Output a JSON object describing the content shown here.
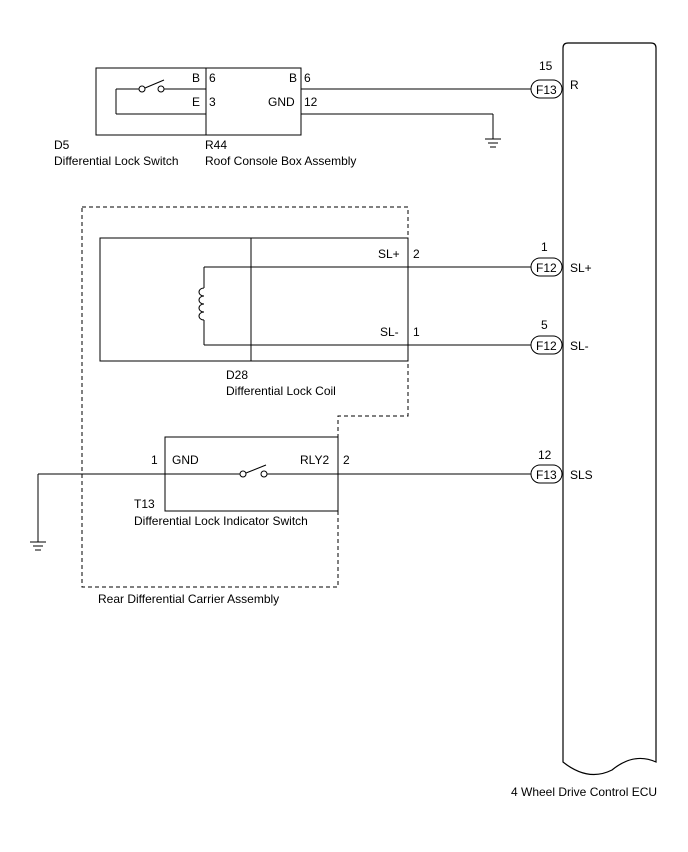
{
  "ecu": {
    "label": "4 Wheel Drive Control ECU",
    "pins": [
      {
        "pin": "15",
        "connector": "F13",
        "terminal": "R"
      },
      {
        "pin": "1",
        "connector": "F12",
        "terminal": "SL+"
      },
      {
        "pin": "5",
        "connector": "F12",
        "terminal": "SL-"
      },
      {
        "pin": "12",
        "connector": "F13",
        "terminal": "SLS"
      }
    ]
  },
  "d5": {
    "code": "D5",
    "name": "Differential Lock Switch",
    "pin_b_label": "B",
    "pin_b_num": "6",
    "pin_e_label": "E",
    "pin_e_num": "3"
  },
  "r44": {
    "code": "R44",
    "name": "Roof Console Box Assembly",
    "pin_b_label": "B",
    "pin_b_num": "6",
    "pin_gnd_label": "GND",
    "pin_gnd_num": "12"
  },
  "d28": {
    "code": "D28",
    "name": "Differential Lock Coil",
    "pin_slp_label": "SL+",
    "pin_slp_num": "2",
    "pin_slm_label": "SL-",
    "pin_slm_num": "1"
  },
  "t13": {
    "code": "T13",
    "name": "Differential Lock Indicator Switch",
    "pin_gnd_num": "1",
    "pin_gnd_label": "GND",
    "pin_rly_label": "RLY2",
    "pin_rly_num": "2"
  },
  "carrier": {
    "name": "Rear Differential Carrier Assembly"
  }
}
